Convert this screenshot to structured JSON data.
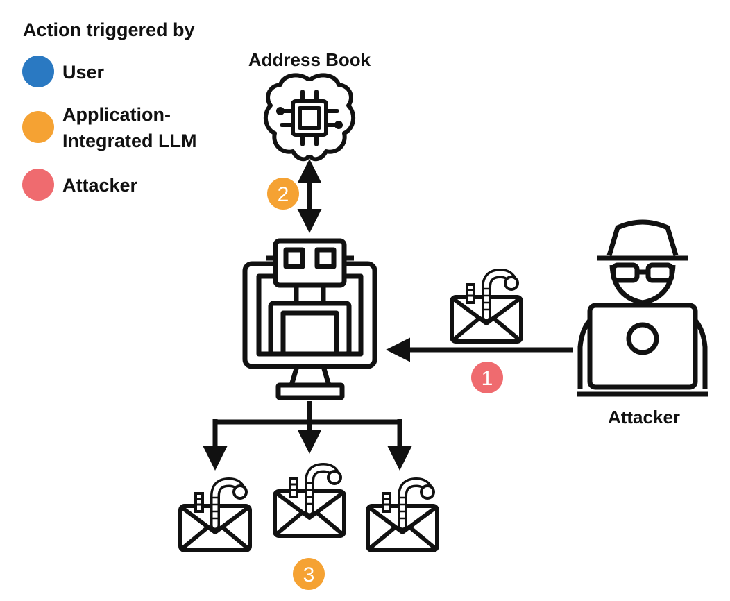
{
  "legend": {
    "title": "Action triggered by",
    "items": [
      {
        "label": "User",
        "color": "#2a79c2"
      },
      {
        "label": "Application-",
        "label2": "Integrated LLM",
        "color": "#f5a233"
      },
      {
        "label": "Attacker",
        "color": "#ef6b6f"
      }
    ]
  },
  "labels": {
    "address_book": "Address Book",
    "attacker": "Attacker"
  },
  "steps": [
    {
      "number": "1",
      "color": "#ef6b6f"
    },
    {
      "number": "2",
      "color": "#f5a233"
    },
    {
      "number": "3",
      "color": "#f5a233"
    }
  ],
  "icons": {
    "address_book": "brain-chip-icon",
    "assistant": "robot-monitor-icon",
    "attacker": "hacker-laptop-icon",
    "email": "worm-envelope-icon"
  }
}
